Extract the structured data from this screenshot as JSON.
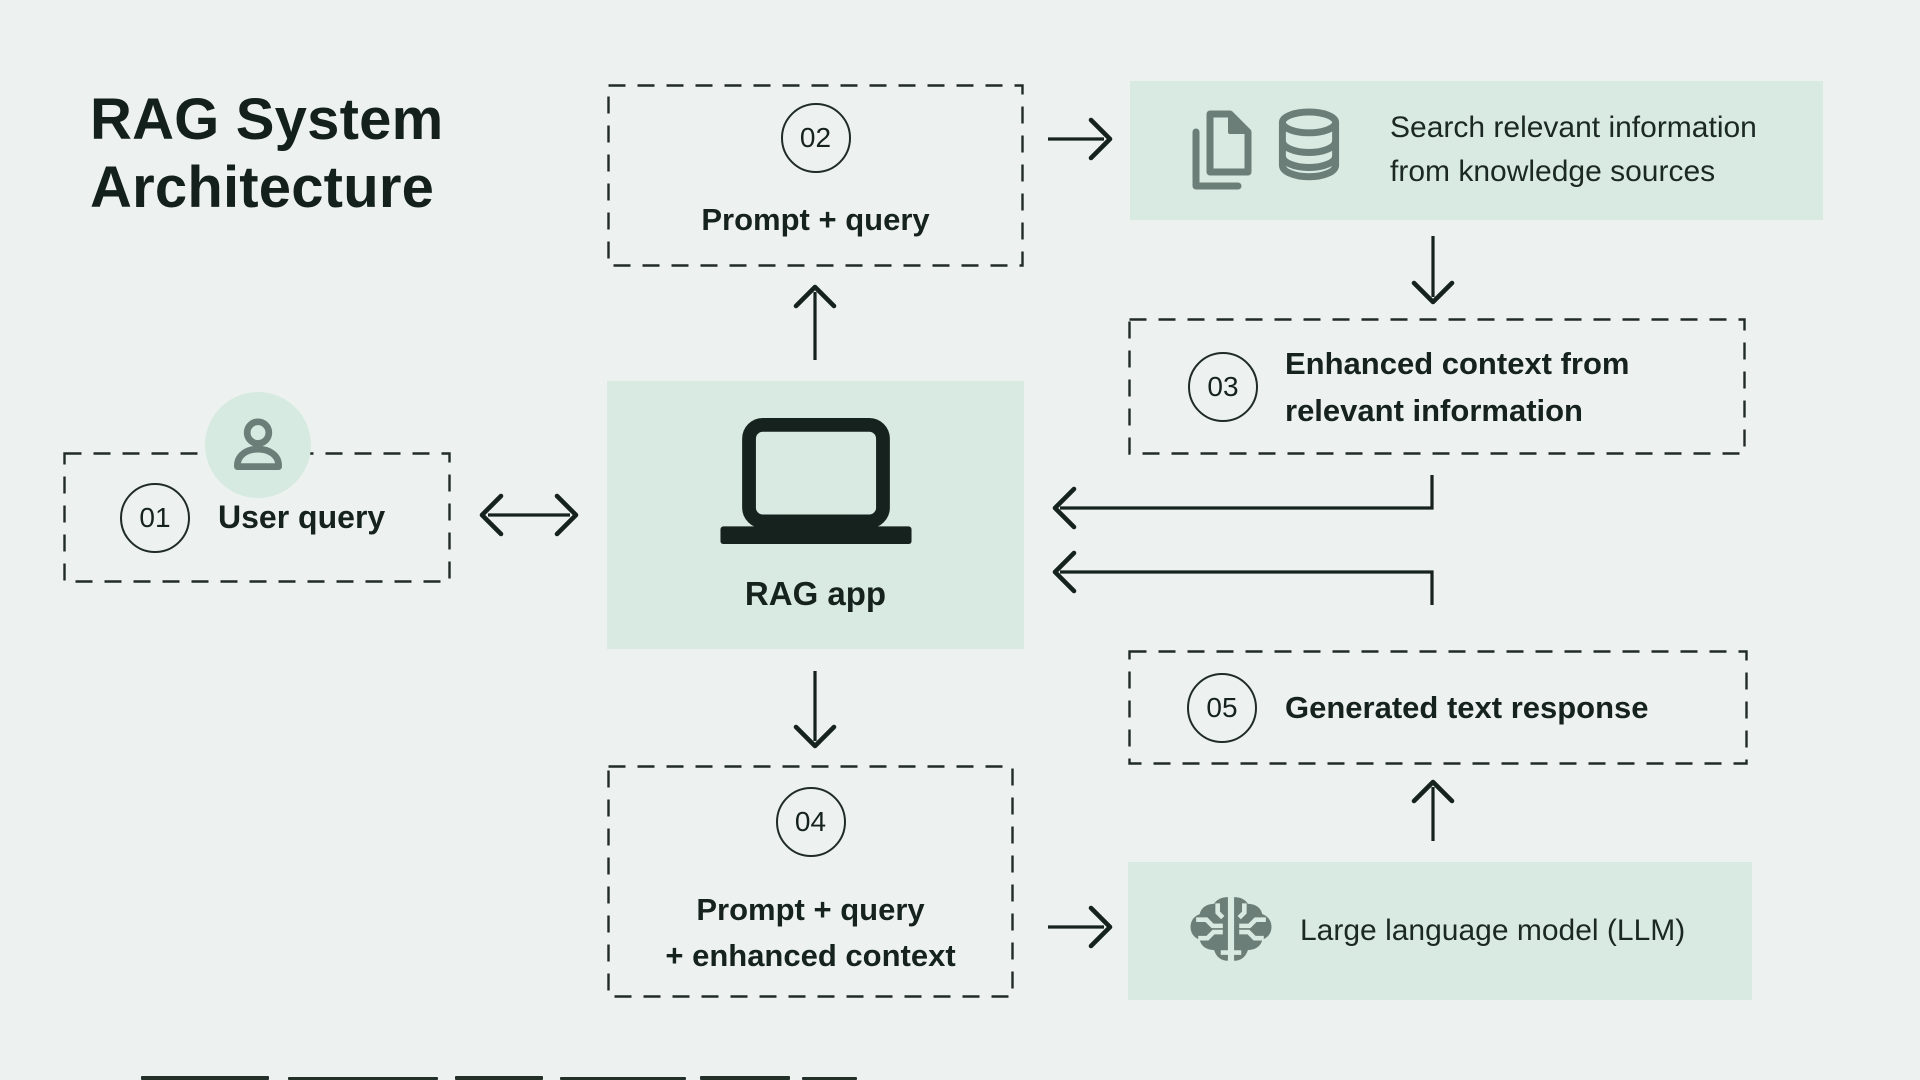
{
  "title": {
    "line1": "RAG System",
    "line2": "Architecture"
  },
  "colors": {
    "background": "#edf2f0",
    "mint_box": "#d9eae2",
    "ink": "#16221e",
    "icon_gray": "#6b7e78"
  },
  "nodes": {
    "user_query": {
      "step": "01",
      "label": "User query"
    },
    "prompt_query": {
      "step": "02",
      "label": "Prompt + query"
    },
    "search_knowledge": {
      "line1": "Search relevant information",
      "line2": "from knowledge sources"
    },
    "enhanced_context": {
      "step": "03",
      "line1": "Enhanced context from",
      "line2": "relevant information"
    },
    "rag_app": {
      "label": "RAG app"
    },
    "prompt_enhanced": {
      "step": "04",
      "line1": "Prompt + query",
      "line2": "+ enhanced context"
    },
    "generated_response": {
      "step": "05",
      "label": "Generated text response"
    },
    "llm": {
      "label": "Large language model (LLM)"
    }
  }
}
